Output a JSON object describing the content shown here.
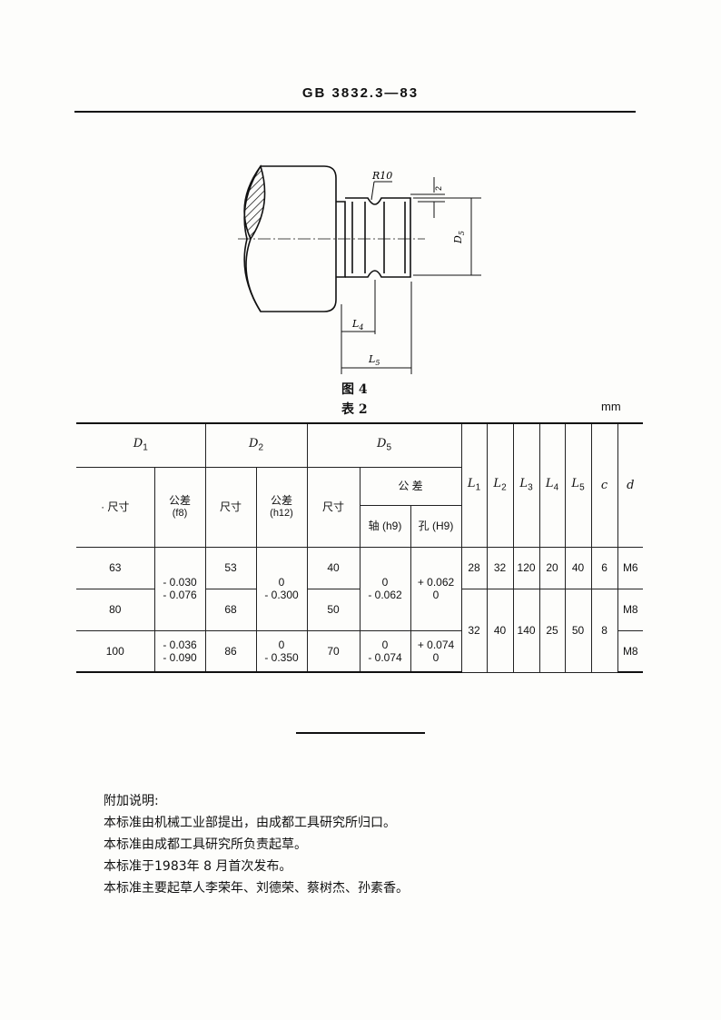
{
  "header": "GB 3832.3—83",
  "figure": {
    "caption": "图 4",
    "labels": {
      "r10": "R10",
      "two": "2",
      "d5": "D",
      "d5_sub": "5",
      "l4": "L",
      "l4_sub": "4",
      "l5": "L",
      "l5_sub": "5"
    }
  },
  "table": {
    "caption": "表 2",
    "unit": "mm",
    "groups": {
      "d1": "D",
      "d1_sub": "1",
      "d2": "D",
      "d2_sub": "2",
      "d5": "D",
      "d5_sub": "5"
    },
    "columns": {
      "size_d1": "· 尺寸",
      "tol_d1": "公差",
      "tol_d1_note": "(f8)",
      "size_d2": "尺寸",
      "tol_d2": "公差",
      "tol_d2_note": "(h12)",
      "size_d5": "尺寸",
      "tol_d5": "公 差",
      "shaft": "轴 (h9)",
      "hole": "孔 (H9)",
      "l1": "L",
      "l1_sub": "1",
      "l2": "L",
      "l2_sub": "2",
      "l3": "L",
      "l3_sub": "3",
      "l4": "L",
      "l4_sub": "4",
      "l5": "L",
      "l5_sub": "5",
      "c": "c",
      "d": "d"
    },
    "rows": {
      "r1": {
        "d1": "63",
        "d2": "53",
        "d5": "40",
        "l1": "28",
        "l2": "32",
        "l3": "120",
        "l4": "20",
        "l5": "40",
        "c": "6",
        "d": "M6"
      },
      "r2": {
        "d1": "80",
        "d2": "68",
        "d5": "50",
        "d": "M8"
      },
      "r3": {
        "d1": "100",
        "d2": "86",
        "d5": "70",
        "d": "M8"
      },
      "merged_l": {
        "l1": "32",
        "l2": "40",
        "l3": "140",
        "l4": "25",
        "l5": "50",
        "c": "8"
      },
      "tol_d1_a": [
        "- 0.030",
        "- 0.076"
      ],
      "tol_d1_b": [
        "- 0.036",
        "- 0.090"
      ],
      "tol_d2_a": [
        "0",
        "- 0.300"
      ],
      "tol_d2_b": [
        "0",
        "- 0.350"
      ],
      "shaft_a": [
        "0",
        "- 0.062"
      ],
      "shaft_b": [
        "0",
        "- 0.074"
      ],
      "hole_a": [
        "+ 0.062",
        "0"
      ],
      "hole_b": [
        "+ 0.074",
        "0"
      ]
    }
  },
  "notes": [
    "附加说明:",
    "本标准由机械工业部提出，由成都工具研究所归口。",
    "本标准由成都工具研究所负责起草。",
    "本标准于1983年 8 月首次发布。",
    "本标准主要起草人李荣年、刘德荣、蔡树杰、孙素香。"
  ]
}
